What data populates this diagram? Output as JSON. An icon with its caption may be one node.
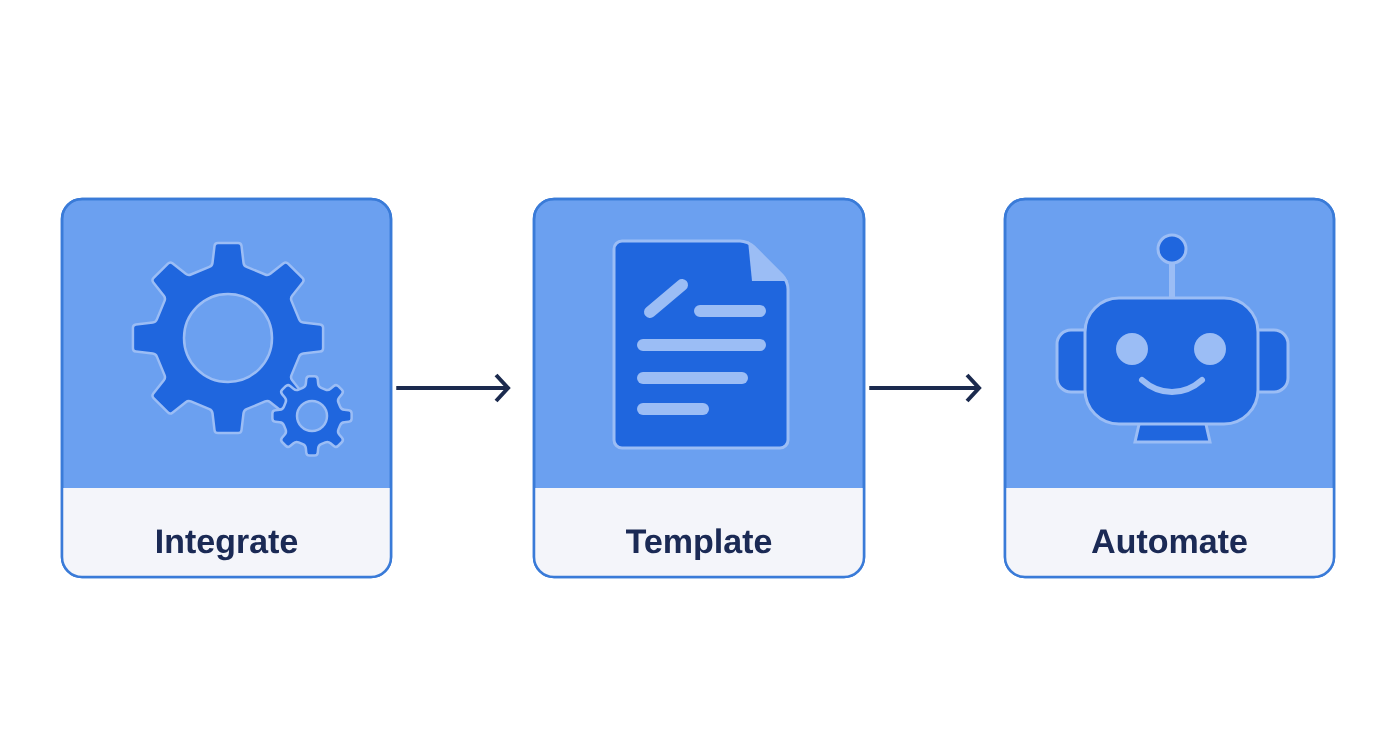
{
  "diagram": {
    "nodes": [
      {
        "text": [
          "Integrate"
        ]
      },
      {
        "text": [
          "Template"
        ]
      },
      {
        "text": [
          "Automate"
        ]
      }
    ],
    "edges": [
      {
        "from": 0,
        "to": 1,
        "arrow": "to"
      },
      {
        "from": 1,
        "to": 2,
        "arrow": "to"
      }
    ]
  }
}
